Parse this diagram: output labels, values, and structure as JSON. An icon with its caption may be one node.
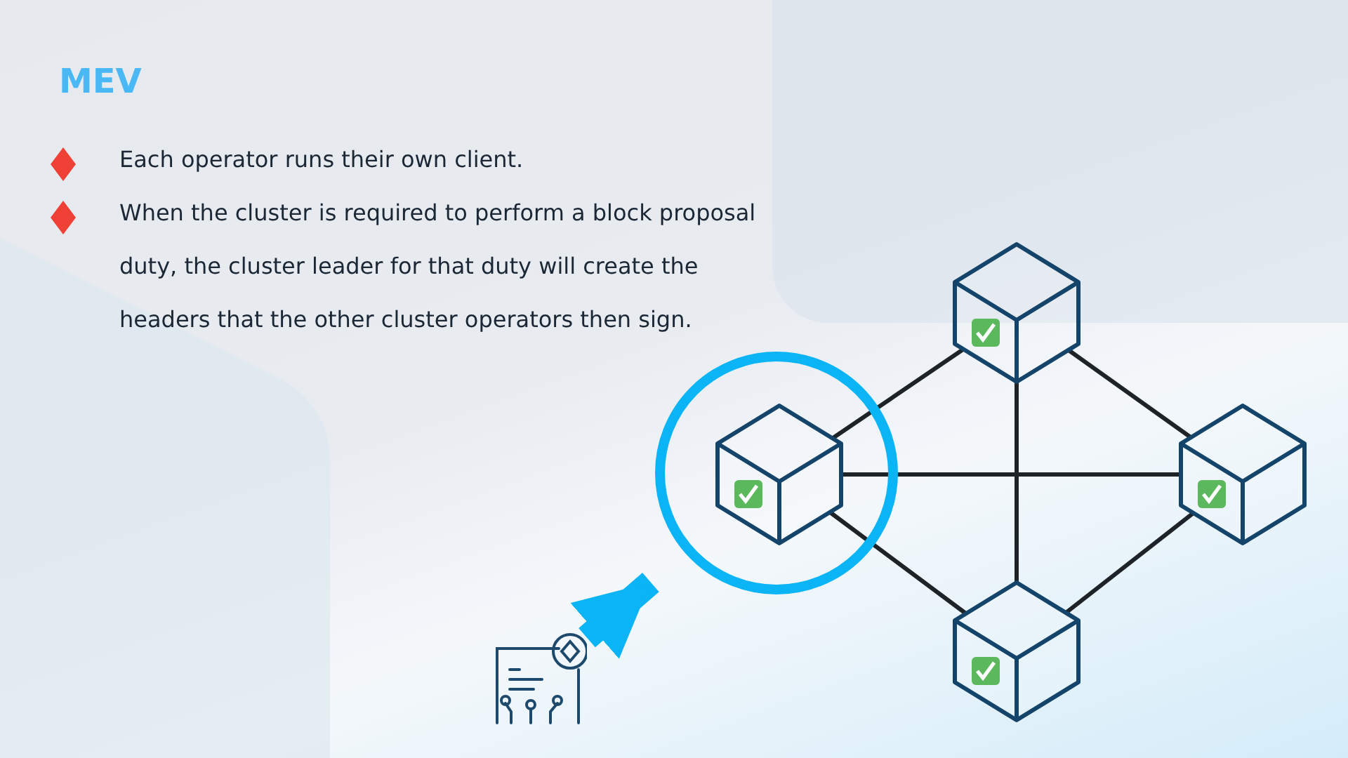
{
  "diagram": {
    "title": "MEV",
    "nodes": [
      {
        "text": [],
        "shape": "circle"
      },
      {
        "text": [],
        "shape": "cube",
        "in": 0
      },
      {
        "text": [],
        "shape": "cube"
      },
      {
        "text": [],
        "shape": "cube"
      },
      {
        "text": [],
        "shape": "cube"
      },
      {
        "text": [],
        "shape": "picture"
      }
    ],
    "edges": [
      {
        "from": 1,
        "to": 2,
        "arrow": "none"
      },
      {
        "from": 2,
        "to": 3,
        "arrow": "none"
      },
      {
        "from": 1,
        "to": 4,
        "arrow": "none"
      },
      {
        "from": 4,
        "to": 3,
        "arrow": "none"
      },
      {
        "from": 1,
        "to": 3,
        "arrow": "none"
      },
      {
        "from": 2,
        "to": 4,
        "arrow": "none"
      },
      {
        "from": 5,
        "to": 0,
        "arrow": "to",
        "style": "thick",
        "color": "#0ab4f5"
      }
    ],
    "labels": [
      "Each operator runs their own client.",
      "When the cluster is required to perform a block proposal duty, the cluster leader for that duty will create the headers that the other cluster operators then sign."
    ]
  }
}
